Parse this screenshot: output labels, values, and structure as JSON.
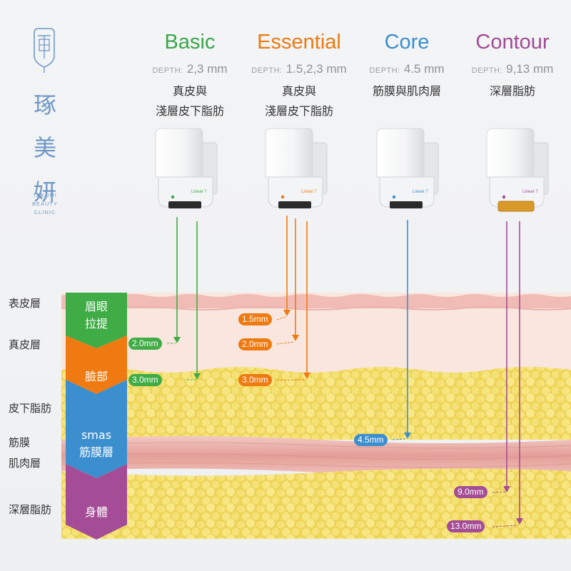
{
  "logo": {
    "chinese": [
      "琢",
      "美",
      "妍"
    ],
    "english": [
      "TAKUMI",
      "BEAUTY",
      "CLINIC"
    ]
  },
  "tips": [
    {
      "name": "Basic",
      "depth_label": "DEPTH:",
      "depth": "2,3 mm",
      "desc": [
        "真皮與",
        "淺層皮下脂肪"
      ],
      "color": "#3aa64a"
    },
    {
      "name": "Essential",
      "depth_label": "DEPTH:",
      "depth": "1.5,2,3 mm",
      "desc": [
        "真皮與",
        "淺層皮下脂肪"
      ],
      "color": "#ec7a10"
    },
    {
      "name": "Core",
      "depth_label": "DEPTH:",
      "depth": "4.5 mm",
      "desc": [
        "筋膜與肌肉層"
      ],
      "color": "#3a8fcc"
    },
    {
      "name": "Contour",
      "depth_label": "DEPTH:",
      "depth": "9,13 mm",
      "desc": [
        "深層脂肪"
      ],
      "color": "#a24a93"
    }
  ],
  "device_label": "Linear 7",
  "layers": [
    "表皮層",
    "真皮層",
    "皮下脂肪",
    "筋膜",
    "肌肉層",
    "深層脂肪"
  ],
  "bands": [
    {
      "lines": [
        "眉眼",
        "拉提"
      ],
      "color": "#3fac45"
    },
    {
      "lines": [
        "臉部"
      ],
      "color": "#ee7a11"
    },
    {
      "lines": [
        "smas",
        "筋膜層"
      ],
      "color": "#3c8fce"
    },
    {
      "lines": [
        "身體"
      ],
      "color": "#a44d96"
    }
  ],
  "depth_markers": {
    "basic": [
      "2.0mm",
      "3.0mm"
    ],
    "essential": [
      "1.5mm",
      "2.0mm",
      "3.0mm"
    ],
    "core": [
      "4.5mm"
    ],
    "contour": [
      "9.0mm",
      "13.0mm"
    ]
  },
  "colors": {
    "green": "#3fac45",
    "orange": "#ee7a11",
    "blue": "#3c8fce",
    "purple": "#a44d96",
    "epidermis": "#f1c1bb",
    "dermis": "#f8e4dd",
    "fat": "#f4e277",
    "muscle": "#e8a7a0"
  }
}
